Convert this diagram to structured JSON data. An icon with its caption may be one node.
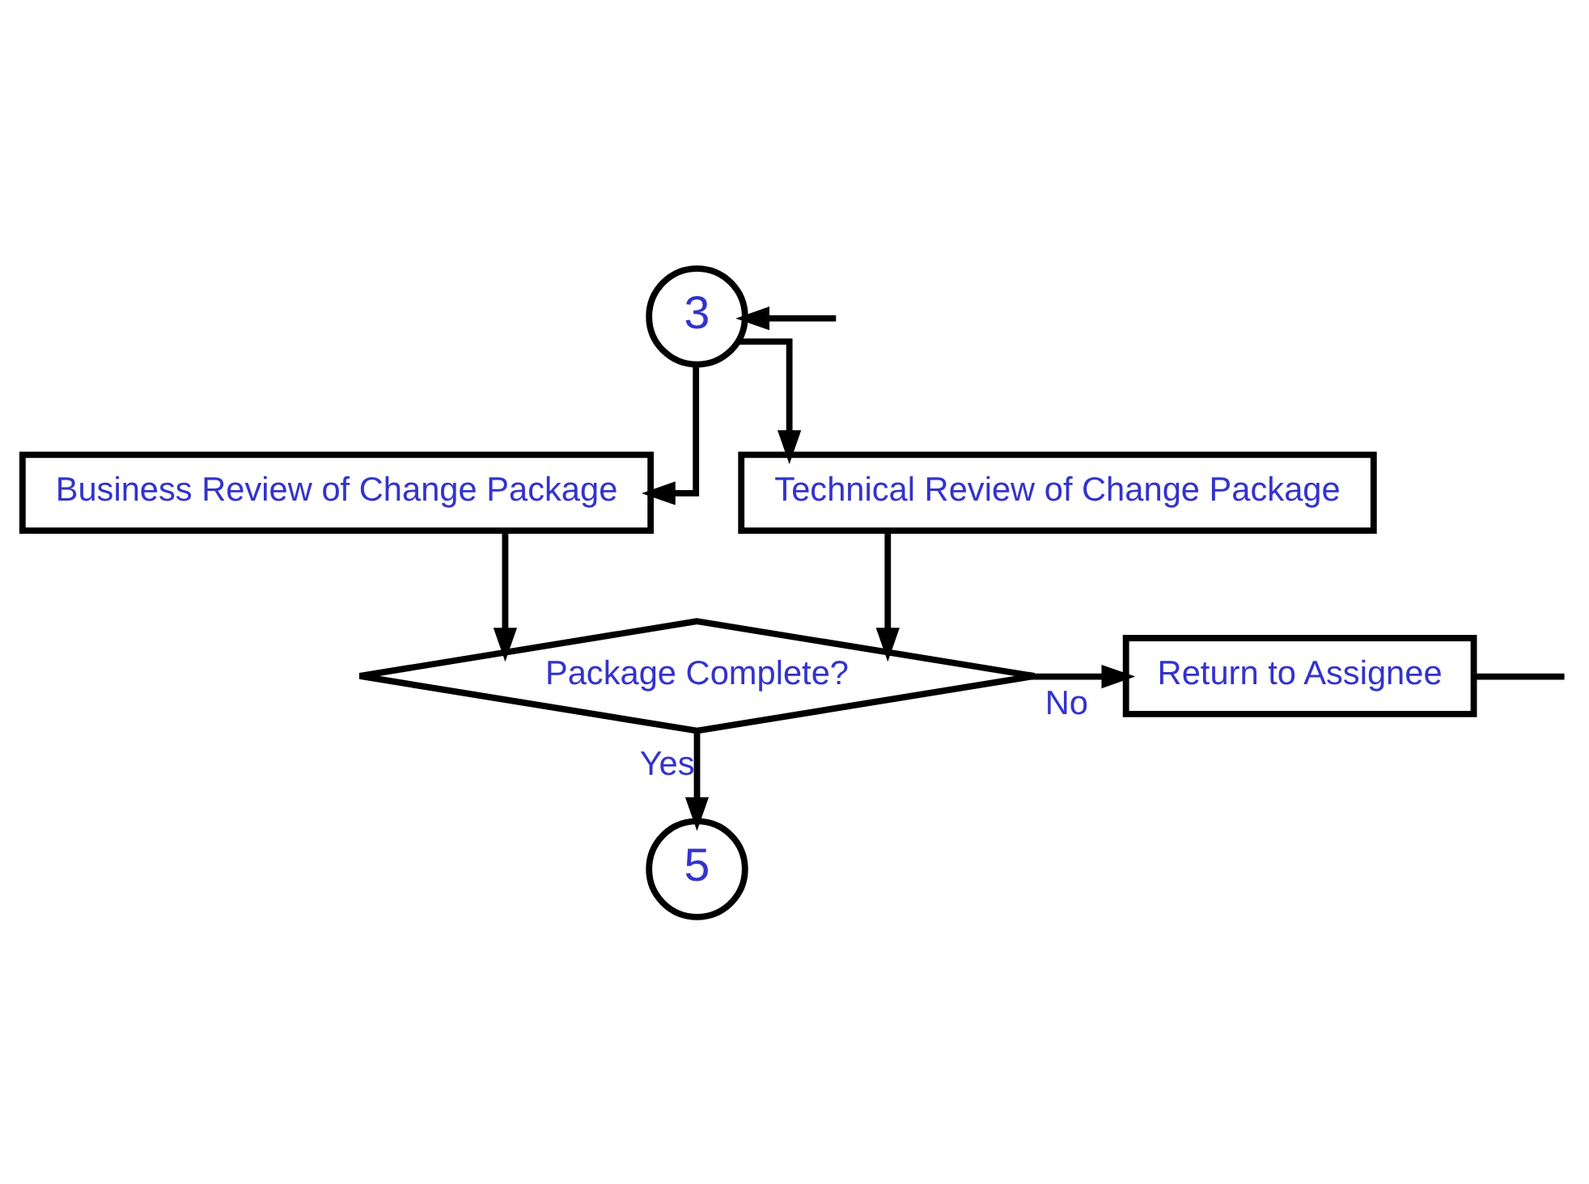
{
  "diagram": {
    "nodes": [
      {
        "text": [
          "3"
        ]
      },
      {
        "text": [
          "Business Review of Change Package"
        ]
      },
      {
        "text": [
          "Technical Review of Change Package"
        ]
      },
      {
        "text": [
          "Package Complete?"
        ]
      },
      {
        "text": [
          "Return to Assignee"
        ]
      },
      {
        "text": [
          "5"
        ]
      }
    ],
    "edges": [
      {
        "from": 0,
        "to": 1,
        "arrow": "to"
      },
      {
        "from": 0,
        "to": 2,
        "arrow": "to"
      },
      {
        "from": 1,
        "to": 3,
        "arrow": "to"
      },
      {
        "from": 2,
        "to": 3,
        "arrow": "to"
      },
      {
        "from": 3,
        "to": 4,
        "label": "No",
        "arrow": "to"
      },
      {
        "from": 3,
        "to": 5,
        "label": "Yes",
        "arrow": "to"
      },
      {
        "from": 4,
        "to": null,
        "arrow": "none"
      },
      {
        "from": null,
        "to": 0,
        "arrow": "to"
      }
    ]
  }
}
